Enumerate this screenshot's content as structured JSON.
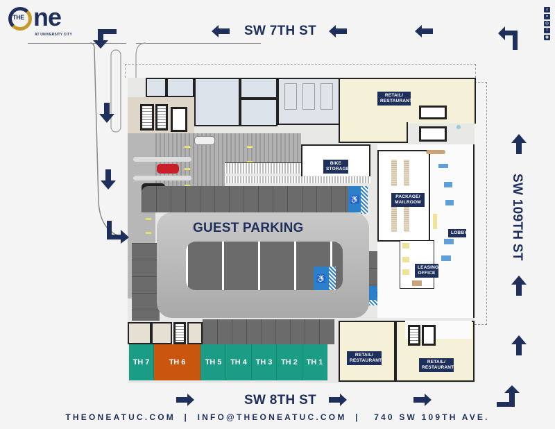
{
  "brand": {
    "logo_prefix": "THE",
    "logo_main": "ne",
    "logo_sub": "AT UNIVERSITY CITY",
    "colors": {
      "navy": "#1f2f5c",
      "gold": "#c49a2a",
      "teal": "#1a9c85",
      "orange": "#c9550f",
      "ada_blue": "#2c7fc9",
      "retail_cream": "#f5f1d8"
    }
  },
  "social_icons": [
    "home-icon",
    "equal-housing-icon",
    "instagram-icon",
    "facebook-icon",
    "camera-icon"
  ],
  "streets": {
    "north": "SW 7TH ST",
    "south": "SW 8TH ST",
    "east": "SW 109TH ST"
  },
  "plan": {
    "guest_parking": "GUEST PARKING",
    "rooms": {
      "retail_ne": "RETAIL/ RESTAURANT",
      "retail_sw": "RETAIL/ RESTAURANT",
      "retail_se": "RETAIL/ RESTAURANT",
      "bike_storage": "BIKE STORAGE",
      "package": "PACKAGE/ MAILROOM",
      "lobby": "LOBBY",
      "leasing": "LEASING OFFICE"
    },
    "townhomes": [
      {
        "label": "TH 7",
        "highlighted": false
      },
      {
        "label": "TH 6",
        "highlighted": true
      },
      {
        "label": "TH 5",
        "highlighted": false
      },
      {
        "label": "TH 4",
        "highlighted": false
      },
      {
        "label": "TH 3",
        "highlighted": false
      },
      {
        "label": "TH 2",
        "highlighted": false
      },
      {
        "label": "TH 1",
        "highlighted": false
      }
    ],
    "ada_symbol": "♿"
  },
  "footer": {
    "website": "THEONEATUC.COM",
    "email": "INFO@THEONEATUC.COM",
    "address": "740 SW 109TH AVE.",
    "separator": "|"
  }
}
